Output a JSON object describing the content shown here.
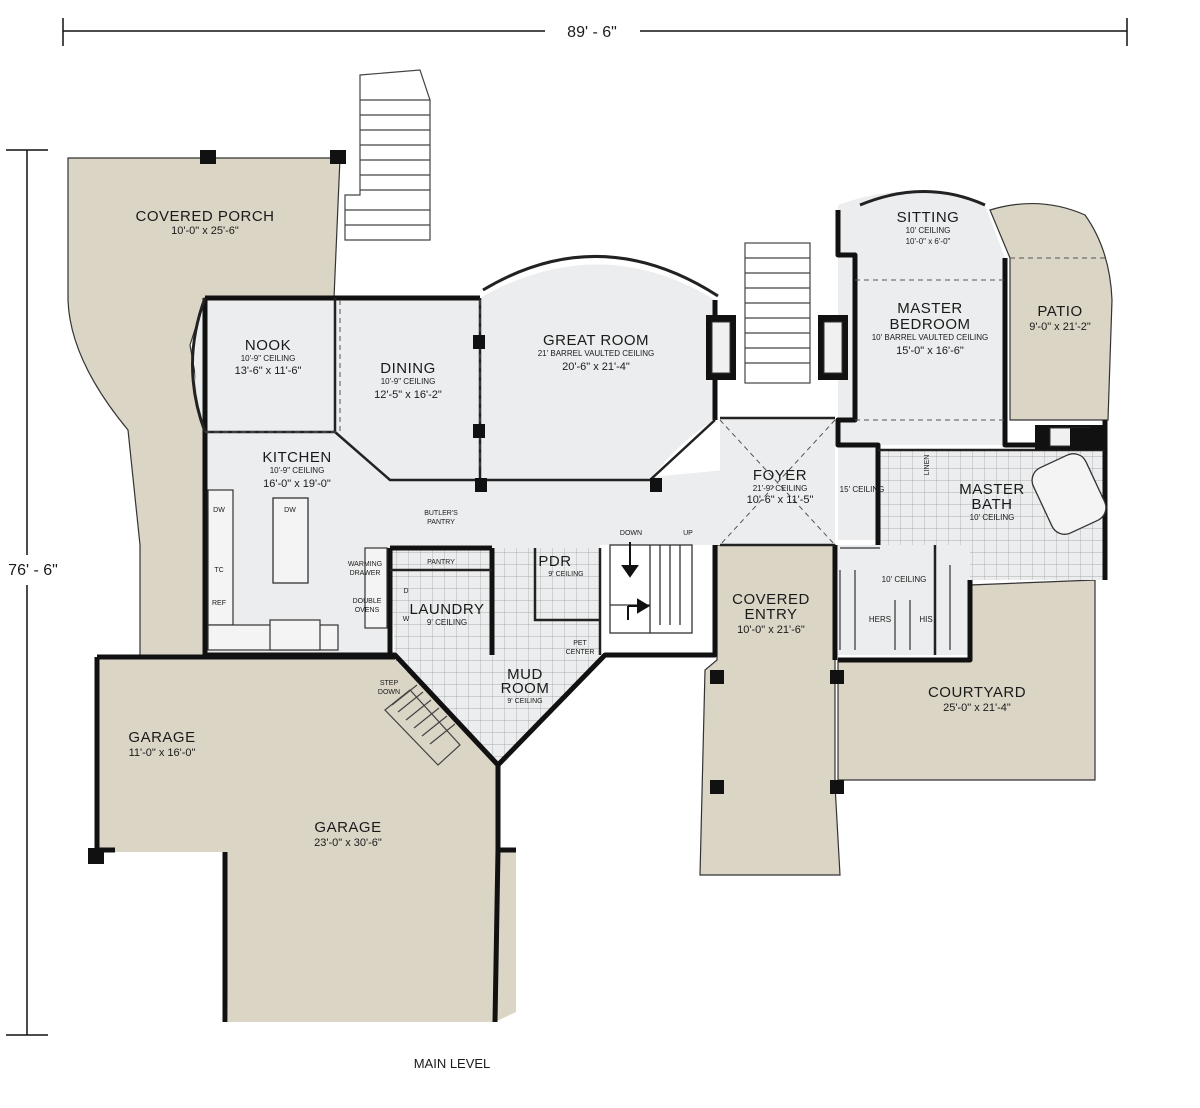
{
  "dimensions": {
    "width": "89' - 6\"",
    "depth": "76' - 6\""
  },
  "level_title": "MAIN LEVEL",
  "rooms": {
    "covered_porch": {
      "name": "COVERED PORCH",
      "size": "10'-0\" x 25'-6\""
    },
    "nook": {
      "name": "NOOK",
      "ceiling": "10'-9\" CEILING",
      "size": "13'-6\" x 11'-6\""
    },
    "dining": {
      "name": "DINING",
      "ceiling": "10'-9\" CEILING",
      "size": "12'-5\" x 16'-2\""
    },
    "great_room": {
      "name": "GREAT ROOM",
      "ceiling": "21' BARREL VAULTED CEILING",
      "size": "20'-6\" x 21'-4\""
    },
    "kitchen": {
      "name": "KITCHEN",
      "ceiling": "10'-9\" CEILING",
      "size": "16'-0\" x 19'-0\""
    },
    "sitting": {
      "name": "SITTING",
      "ceiling": "10' CEILING",
      "size": "10'-0\" x 6'-0\""
    },
    "master_bedroom": {
      "name_line1": "MASTER",
      "name_line2": "BEDROOM",
      "ceiling": "10' BARREL VAULTED CEILING",
      "size": "15'-0\" x 16'-6\""
    },
    "patio": {
      "name": "PATIO",
      "size": "9'-0\" x 21'-2\""
    },
    "foyer": {
      "name": "FOYER",
      "ceiling": "21'-9\" CEILING",
      "size": "10'-6\" x 11'-5\""
    },
    "master_bath": {
      "name_line1": "MASTER",
      "name_line2": "BATH",
      "ceiling": "10' CEILING"
    },
    "closet": {
      "ceiling": "10' CEILING",
      "hers": "HERS",
      "his": "HIS"
    },
    "hall_ceiling": "15' CEILING",
    "covered_entry": {
      "name_line1": "COVERED",
      "name_line2": "ENTRY",
      "size": "10'-0\" x 21'-6\""
    },
    "courtyard": {
      "name": "COURTYARD",
      "size": "25'-0\" x 21'-4\""
    },
    "laundry": {
      "name": "LAUNDRY",
      "ceiling": "9' CEILING"
    },
    "mud_room": {
      "name_line1": "MUD",
      "name_line2": "ROOM",
      "ceiling": "9' CEILING"
    },
    "pdr": {
      "name": "PDR",
      "ceiling": "9' CEILING"
    },
    "pantry": "PANTRY",
    "butlers_pantry": {
      "line1": "BUTLER'S",
      "line2": "PANTRY"
    },
    "garage_small": {
      "name": "GARAGE",
      "size": "11'-0\" x 16'-0\""
    },
    "garage_large": {
      "name": "GARAGE",
      "size": "23'-0\" x 30'-6\""
    }
  },
  "fixtures": {
    "dw1": "DW",
    "dw2": "DW",
    "tc": "TC",
    "ref": "REF",
    "warming_drawer": {
      "line1": "WARMING",
      "line2": "DRAWER"
    },
    "double_ovens": {
      "line1": "DOUBLE",
      "line2": "OVENS"
    },
    "washer": "W",
    "dryer": "D",
    "pet_center": {
      "line1": "PET",
      "line2": "CENTER"
    },
    "step_down": {
      "line1": "STEP",
      "line2": "DOWN"
    },
    "stair_down": "DOWN",
    "stair_up": "UP",
    "linen": "LINEN"
  },
  "colors": {
    "exterior_fill": "#dbd5c6",
    "interior_fill": "#ecedee",
    "wall": "#111111"
  }
}
